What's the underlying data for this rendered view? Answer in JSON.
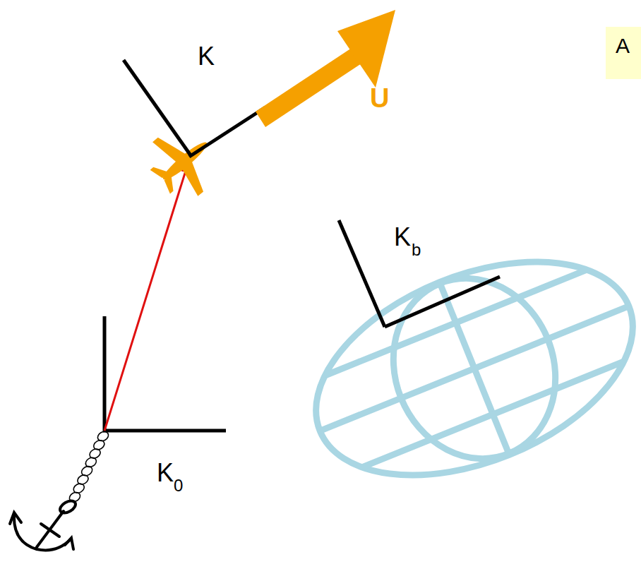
{
  "diagram": {
    "nodes": [
      {
        "text": [
          "A"
        ]
      }
    ],
    "labels": [
      "K",
      "U",
      "K",
      "b",
      "K",
      "0"
    ]
  }
}
